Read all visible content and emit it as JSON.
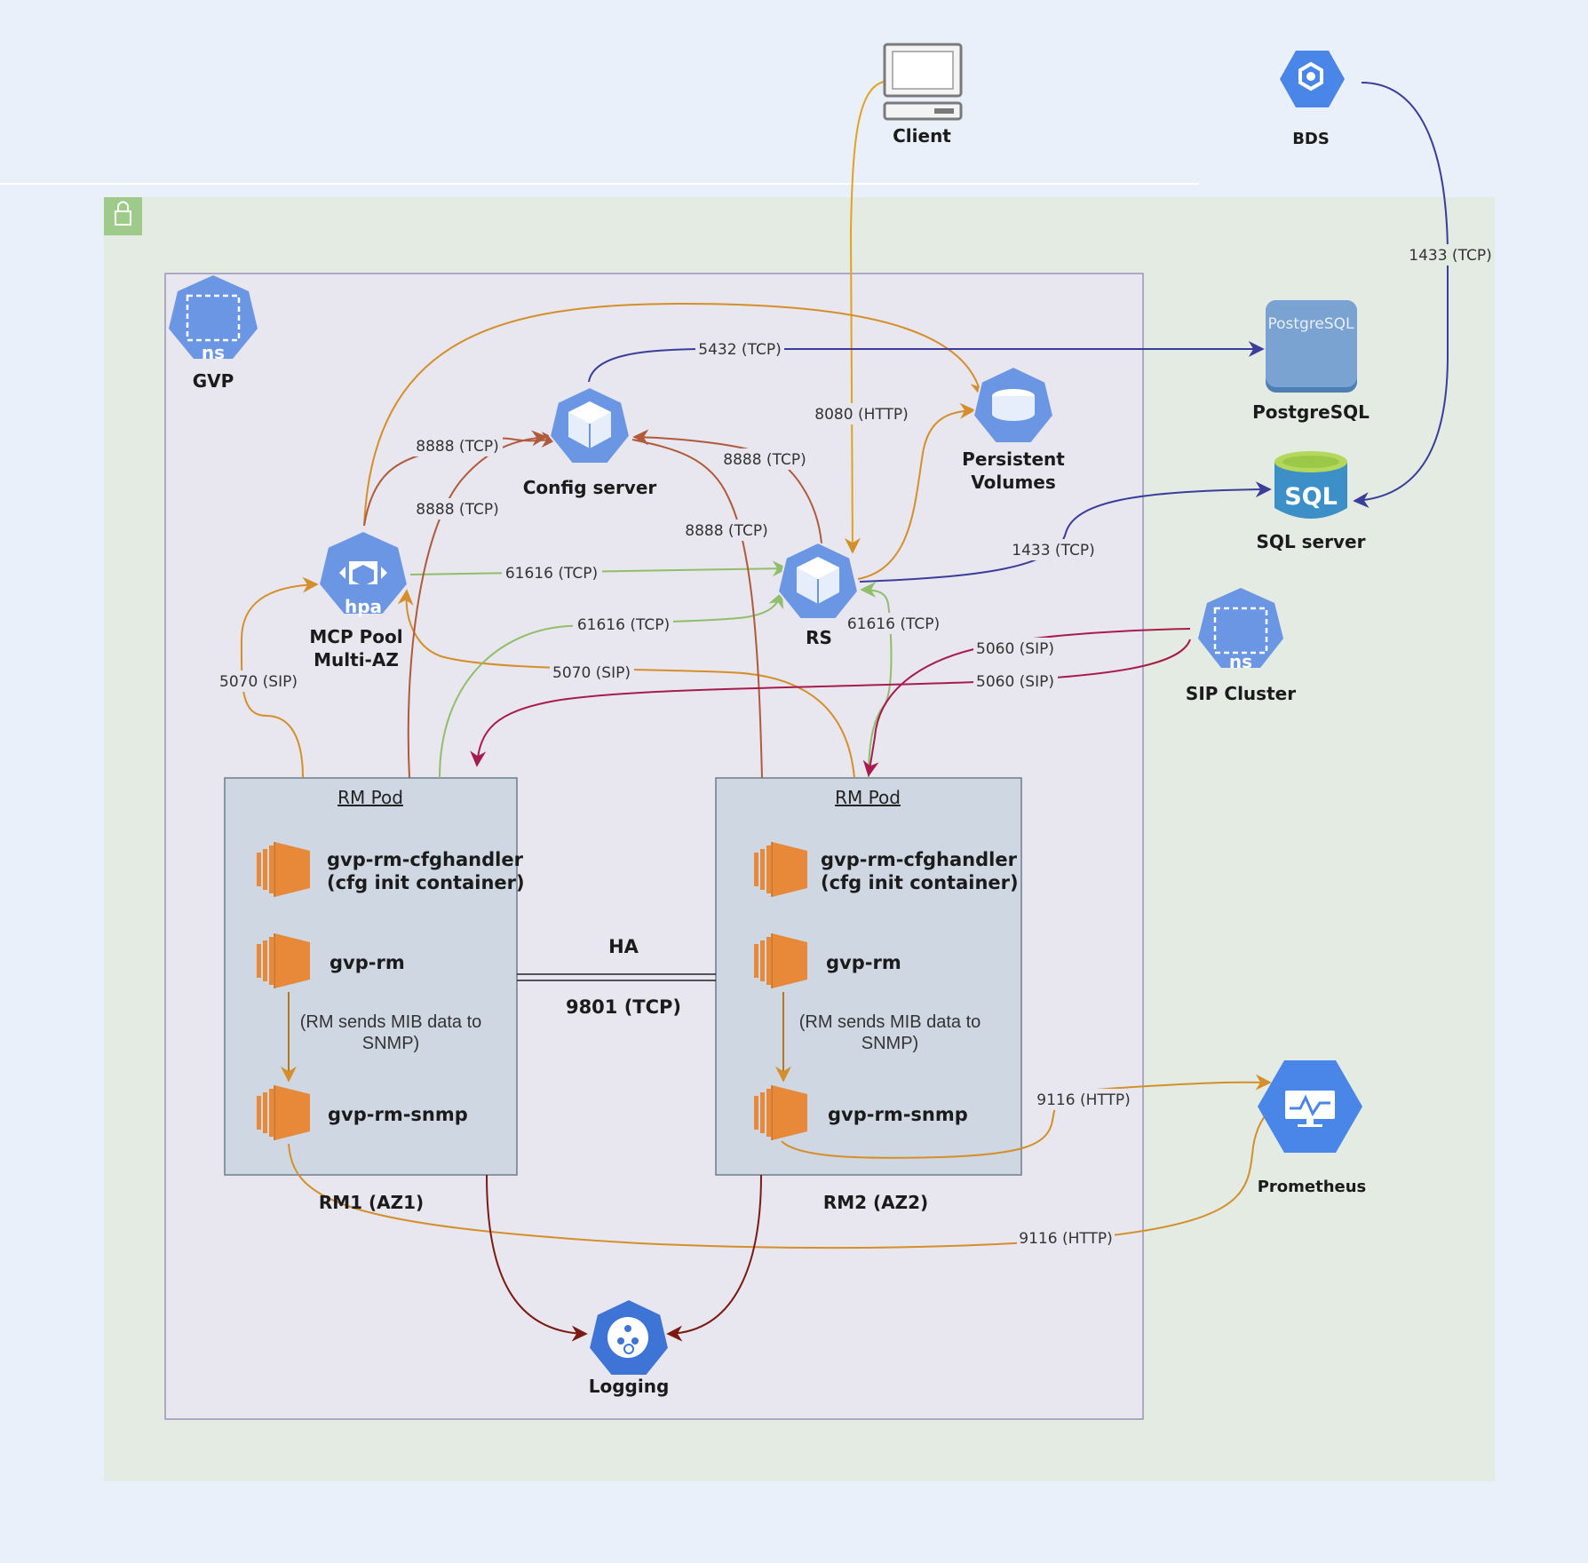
{
  "nodes": {
    "client": "Client",
    "bds": "BDS",
    "gvp": "GVP",
    "postgresql": "PostgreSQL",
    "postgresql_icon_text": "PostgreSQL",
    "sql_server": "SQL server",
    "sql_icon_text": "SQL",
    "config_server": "Config server",
    "persistent_volumes_line1": "Persistent",
    "persistent_volumes_line2": "Volumes",
    "mcp_pool_line1": "MCP Pool",
    "mcp_pool_line2": "Multi-AZ",
    "rs": "RS",
    "sip_cluster": "SIP Cluster",
    "prometheus": "Prometheus",
    "logging": "Logging",
    "ns_badge": "ns",
    "hpa_badge": "hpa"
  },
  "pods": [
    {
      "title": "RM Pod",
      "zone": "RM1 (AZ1)",
      "cfghandler_line1": "gvp-rm-cfghandler",
      "cfghandler_line2": "(cfg init container)",
      "rm": "gvp-rm",
      "note_line1": "(RM sends MIB data to",
      "note_line2": "SNMP)",
      "snmp": "gvp-rm-snmp"
    },
    {
      "title": "RM Pod",
      "zone": "RM2 (AZ2)",
      "cfghandler_line1": "gvp-rm-cfghandler",
      "cfghandler_line2": "(cfg init container)",
      "rm": "gvp-rm",
      "note_line1": "(RM sends MIB data to",
      "note_line2": "SNMP)",
      "snmp": "gvp-rm-snmp"
    }
  ],
  "ha": {
    "label": "HA",
    "port": "9801 (TCP)"
  },
  "edges": {
    "bds_sql": "1433 (TCP)",
    "config_postgres": "5432 (TCP)",
    "client_rs": "8080 (HTTP)",
    "mcp_config": "8888 (TCP)",
    "rm1_config": "8888 (TCP)",
    "rs_config": "8888 (TCP)",
    "rm2_config": "8888 (TCP)",
    "rs_sql": "1433 (TCP)",
    "mcp_rs": "61616 (TCP)",
    "rm1_rs": "61616 (TCP)",
    "rm2_rs": "61616 (TCP)",
    "rm1_mcp": "5070 (SIP)",
    "rm2_mcp": "5070 (SIP)",
    "sip_rm2": "5060 (SIP)",
    "sip_rm1": "5060 (SIP)",
    "rm2_prometheus": "9116 (HTTP)",
    "rm1_prometheus": "9116 (HTTP)"
  },
  "colors": {
    "page_bg": "#e9f0f9",
    "outer_zone": "#e3ebe3",
    "inner_box": "#e8e6ee",
    "pod_bg": "#cfd8e2",
    "k8s_blue": "#6b96e3",
    "orange": "#d48f2b",
    "navy": "#3a3e9a",
    "green": "#8fbf6a",
    "brown": "#b05a3c",
    "crimson": "#a61d4d",
    "dark_red": "#7a1a12"
  }
}
